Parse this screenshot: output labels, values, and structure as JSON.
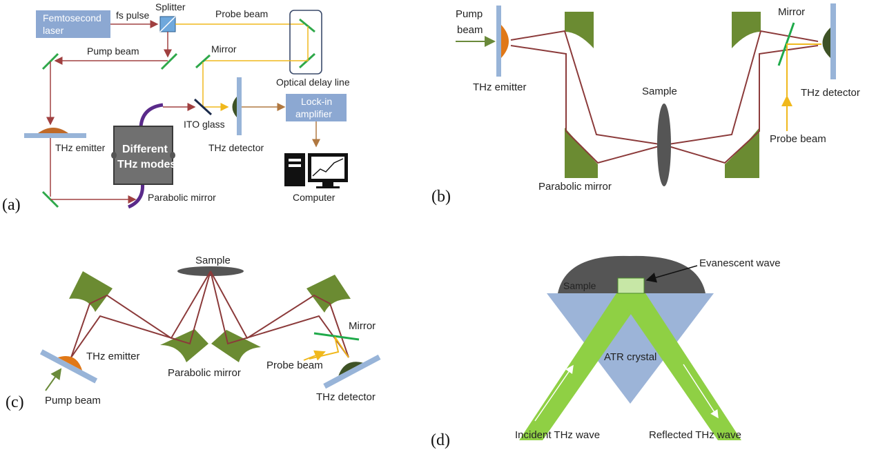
{
  "colors": {
    "mirror_green": "#2ea84a",
    "parabolic_green": "#6b8b32",
    "beam_red": "#8b3a3a",
    "probe_yellow": "#f0b81c",
    "emitter_orange": "#e07818",
    "detector_dark": "#3e5226",
    "plate_blue": "#98b4d8",
    "box_blue": "#8ca8d2",
    "sample_gray": "#555555",
    "atr_blue": "#9cb4d8",
    "thz_green": "#8fd044"
  },
  "panel_a": {
    "panel_label": "(a)",
    "femtosecond_laser": "Femtosecond",
    "femtosecond_laser_2": "laser",
    "fs_pulse": "fs pulse",
    "splitter": "Splitter",
    "probe_beam": "Probe beam",
    "pump_beam": "Pump beam",
    "mirror": "Mirror",
    "optical_delay_line": "Optical delay line",
    "ito_glass": "ITO glass",
    "lock_in": "Lock-in",
    "amplifier": "amplifier",
    "thz_emitter": "THz emitter",
    "different": "Different",
    "thz_modes": "THz modes",
    "thz_detector": "THz detector",
    "computer": "Computer",
    "parabolic_mirror": "Parabolic mirror"
  },
  "panel_b": {
    "panel_label": "(b)",
    "pump": "Pump",
    "beam": "beam",
    "thz_emitter": "THz emitter",
    "sample": "Sample",
    "mirror": "Mirror",
    "thz_detector": "THz detector",
    "probe_beam": "Probe beam",
    "parabolic_mirror": "Parabolic mirror"
  },
  "panel_c": {
    "panel_label": "(c)",
    "sample": "Sample",
    "thz_emitter": "THz emitter",
    "parabolic_mirror": "Parabolic mirror",
    "mirror": "Mirror",
    "probe_beam": "Probe beam",
    "pump_beam": "Pump beam",
    "thz_detector": "THz detector"
  },
  "panel_d": {
    "panel_label": "(d)",
    "evanescent_wave": "Evanescent wave",
    "sample": "Sample",
    "atr_crystal": "ATR crystal",
    "incident_wave": "Incident THz  wave",
    "reflected_wave": "Reflected THz  wave"
  }
}
